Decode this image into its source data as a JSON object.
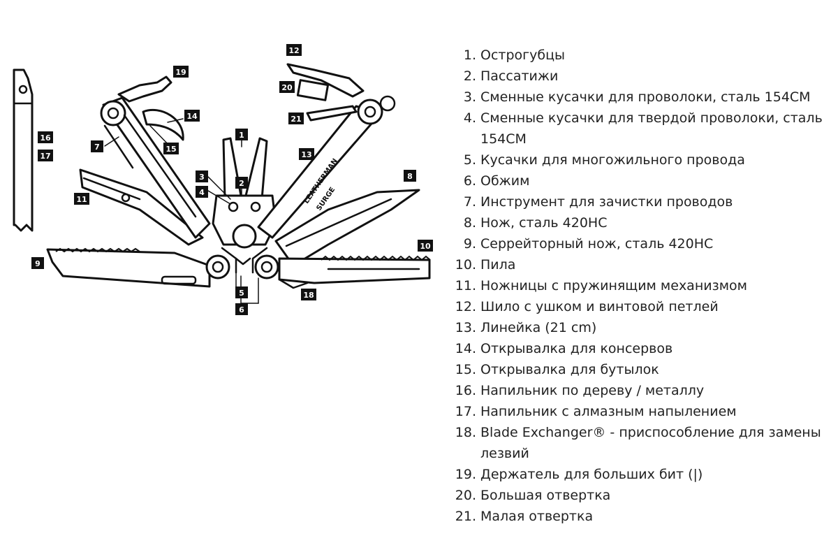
{
  "diagram": {
    "engraving": [
      "LEATHERMAN",
      "SURGE"
    ],
    "labels": [
      "1",
      "2",
      "3",
      "4",
      "5",
      "6",
      "7",
      "8",
      "9",
      "10",
      "11",
      "12",
      "13",
      "14",
      "15",
      "16",
      "17",
      "18",
      "19",
      "20",
      "21"
    ]
  },
  "parts": [
    {
      "num": "1.",
      "text": "Острогубцы"
    },
    {
      "num": "2.",
      "text": "Пассатижи"
    },
    {
      "num": "3.",
      "text": "Сменные кусачки для проволоки, сталь 154CM"
    },
    {
      "num": "4.",
      "text": "Сменные кусачки для твердой проволоки, сталь 154CM"
    },
    {
      "num": "5.",
      "text": "Кусачки для многожильного провода"
    },
    {
      "num": "6.",
      "text": "Обжим"
    },
    {
      "num": "7.",
      "text": "Инструмент для зачистки проводов"
    },
    {
      "num": "8.",
      "text": "Нож, сталь 420HC"
    },
    {
      "num": "9.",
      "text": "Серрейторный нож, сталь 420HC"
    },
    {
      "num": "10.",
      "text": "Пила"
    },
    {
      "num": "11.",
      "text": "Ножницы с пружинящим механизмом"
    },
    {
      "num": "12.",
      "text": "Шило с ушком и винтовой петлей"
    },
    {
      "num": "13.",
      "text": "Линейка (21 cm)"
    },
    {
      "num": "14.",
      "text": "Открывалка для консервов"
    },
    {
      "num": "15.",
      "text": "Открывалка для бутылок"
    },
    {
      "num": "16.",
      "text": "Напильник по дереву / металлу"
    },
    {
      "num": "17.",
      "text": "Напильник с алмазным напылением"
    },
    {
      "num": "18.",
      "text": "Blade Exchanger® - приспособление для замены лезвий"
    },
    {
      "num": "19.",
      "text": "Держатель для больших бит (|)"
    },
    {
      "num": "20.",
      "text": "Большая отвертка"
    },
    {
      "num": "21.",
      "text": "Малая отвертка"
    }
  ]
}
